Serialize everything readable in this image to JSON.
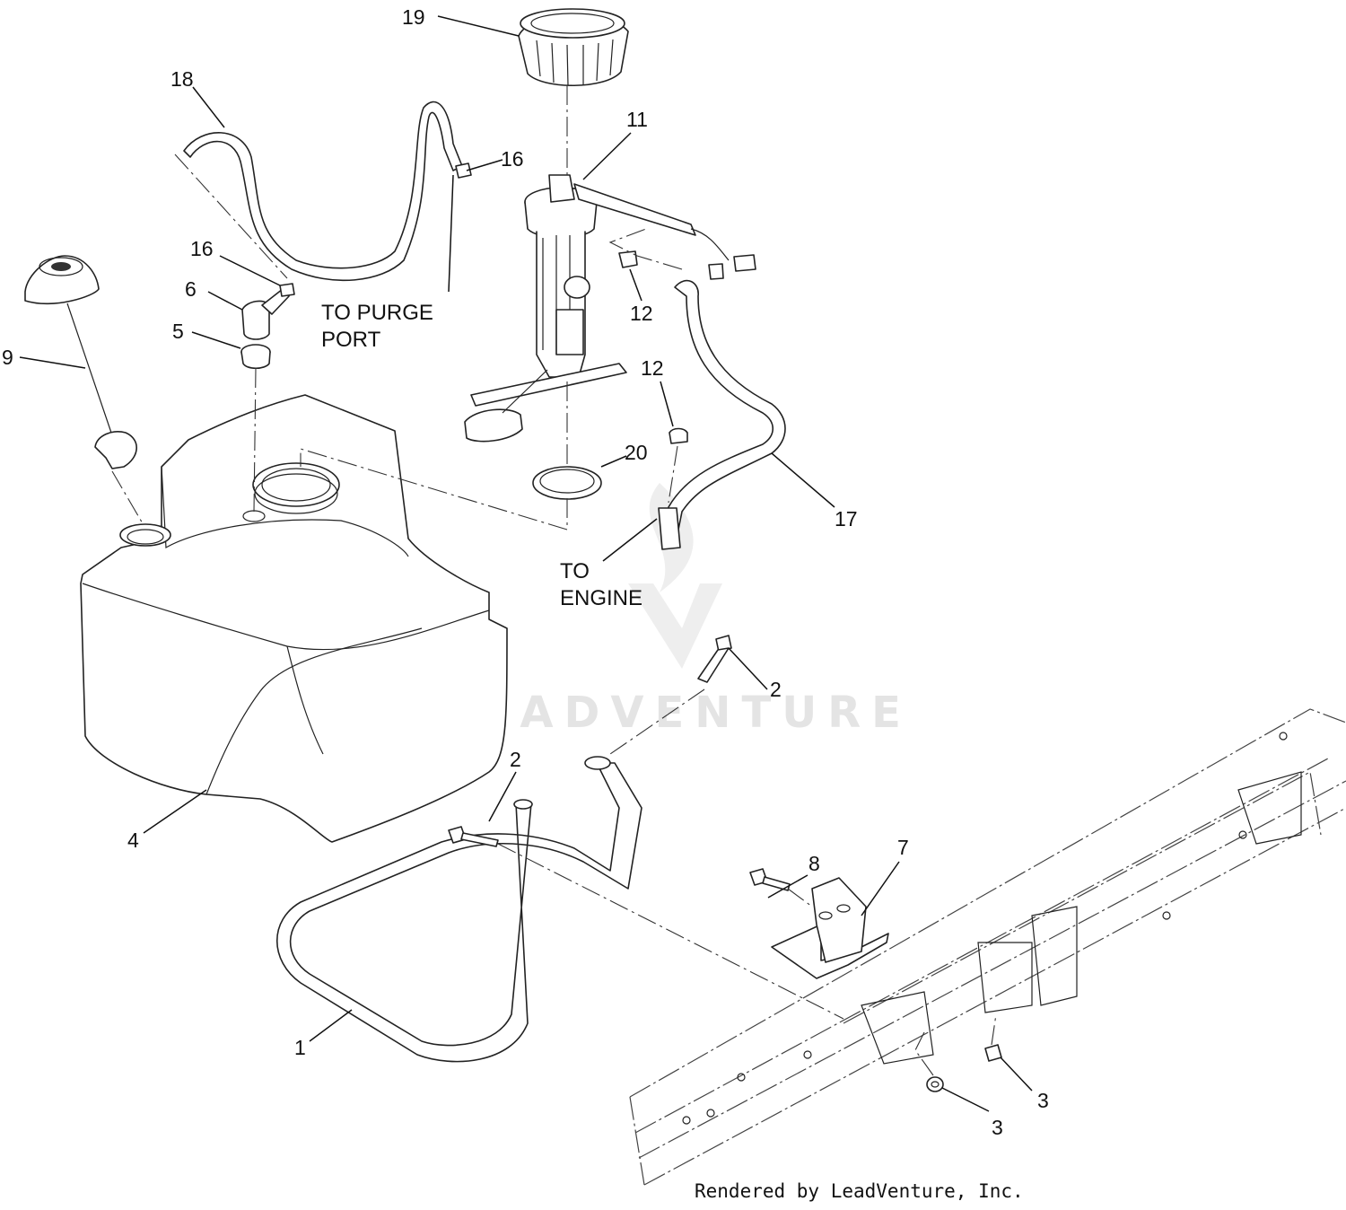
{
  "callouts": [
    {
      "id": "1",
      "text": "1"
    },
    {
      "id": "2a",
      "text": "2"
    },
    {
      "id": "2b",
      "text": "2"
    },
    {
      "id": "3a",
      "text": "3"
    },
    {
      "id": "3b",
      "text": "3"
    },
    {
      "id": "4",
      "text": "4"
    },
    {
      "id": "5",
      "text": "5"
    },
    {
      "id": "6",
      "text": "6"
    },
    {
      "id": "7",
      "text": "7"
    },
    {
      "id": "8",
      "text": "8"
    },
    {
      "id": "9",
      "text": "9"
    },
    {
      "id": "11",
      "text": "11"
    },
    {
      "id": "12a",
      "text": "12"
    },
    {
      "id": "12b",
      "text": "12"
    },
    {
      "id": "16a",
      "text": "16"
    },
    {
      "id": "16b",
      "text": "16"
    },
    {
      "id": "17",
      "text": "17"
    },
    {
      "id": "18",
      "text": "18"
    },
    {
      "id": "19",
      "text": "19"
    },
    {
      "id": "20",
      "text": "20"
    }
  ],
  "notes": {
    "purge_line1": "TO PURGE",
    "purge_line2": "PORT",
    "engine_line1": "TO",
    "engine_line2": "ENGINE"
  },
  "watermark": "LEADVENTURE",
  "credit": "Rendered by LeadVenture, Inc."
}
